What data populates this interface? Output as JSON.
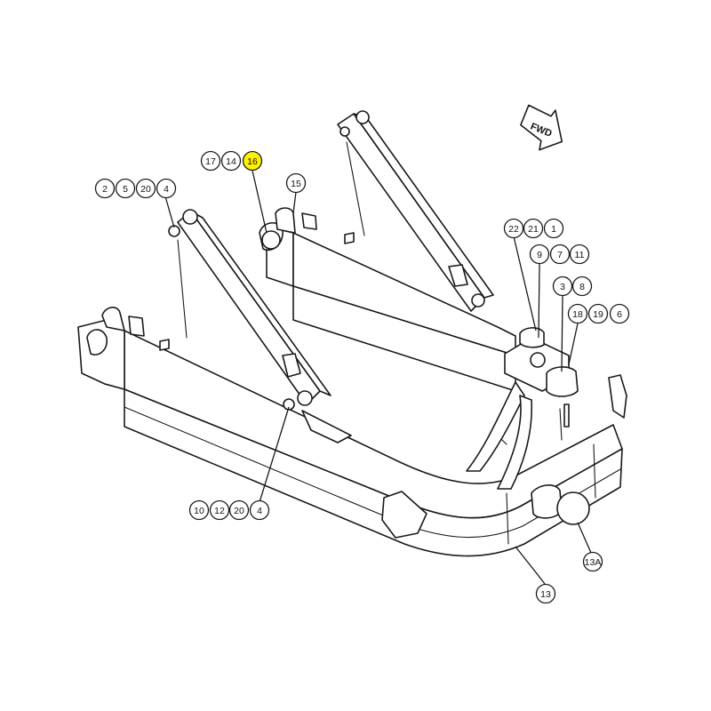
{
  "direction_label": "FWD",
  "highlight_color": "#fff200",
  "callout_groups": [
    {
      "id": "group-17-14-16",
      "items": [
        {
          "label": "17"
        },
        {
          "label": "14"
        },
        {
          "label": "16",
          "highlighted": true
        }
      ]
    },
    {
      "id": "group-2-5-20-4",
      "items": [
        {
          "label": "2"
        },
        {
          "label": "5"
        },
        {
          "label": "20"
        },
        {
          "label": "4"
        }
      ]
    },
    {
      "id": "group-15",
      "items": [
        {
          "label": "15"
        }
      ]
    },
    {
      "id": "group-22-21-1",
      "items": [
        {
          "label": "22"
        },
        {
          "label": "21"
        },
        {
          "label": "1"
        }
      ]
    },
    {
      "id": "group-9-7-11",
      "items": [
        {
          "label": "9"
        },
        {
          "label": "7"
        },
        {
          "label": "11"
        }
      ]
    },
    {
      "id": "group-3-8",
      "items": [
        {
          "label": "3"
        },
        {
          "label": "8"
        }
      ]
    },
    {
      "id": "group-18-19-6",
      "items": [
        {
          "label": "18"
        },
        {
          "label": "19"
        },
        {
          "label": "6"
        }
      ]
    },
    {
      "id": "group-10-12-20-4",
      "items": [
        {
          "label": "10"
        },
        {
          "label": "12"
        },
        {
          "label": "20"
        },
        {
          "label": "4"
        }
      ]
    },
    {
      "id": "group-13a",
      "items": [
        {
          "label": "13A"
        }
      ]
    },
    {
      "id": "group-13",
      "items": [
        {
          "label": "13"
        }
      ]
    }
  ]
}
